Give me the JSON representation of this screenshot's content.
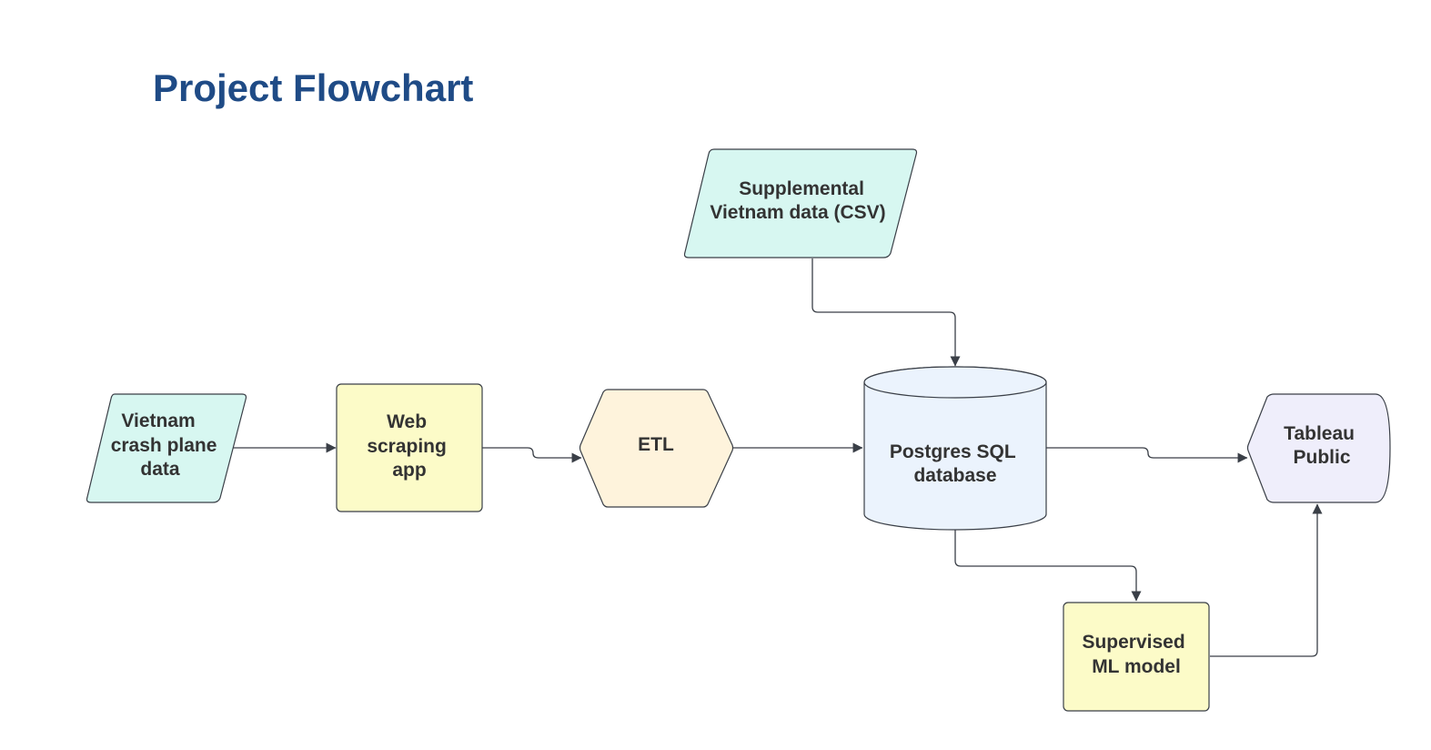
{
  "title": "Project Flowchart",
  "colors": {
    "title": "#1f4b86",
    "data_fill": "#d7f7f1",
    "process_fill": "#fcfbc8",
    "etl_fill": "#fef3dc",
    "db_fill": "#ebf3fd",
    "display_fill": "#efeefb",
    "stroke": "#3a3f47",
    "text": "#333333"
  },
  "nodes": {
    "vietnam_data": {
      "shape": "parallelogram",
      "lines": [
        "Vietnam",
        "crash plane",
        "data"
      ]
    },
    "web_scraping": {
      "shape": "rectangle",
      "lines": [
        "Web",
        "scraping",
        "app"
      ]
    },
    "etl": {
      "shape": "hexagon",
      "lines": [
        "ETL"
      ]
    },
    "supplemental": {
      "shape": "parallelogram",
      "lines": [
        "Supplemental",
        "Vietnam data (CSV)"
      ]
    },
    "postgres": {
      "shape": "cylinder",
      "lines": [
        "Postgres SQL",
        "database"
      ]
    },
    "tableau": {
      "shape": "display",
      "lines": [
        "Tableau",
        "Public"
      ]
    },
    "ml_model": {
      "shape": "rectangle",
      "lines": [
        "Supervised",
        "ML model"
      ]
    }
  },
  "edges": [
    {
      "from": "vietnam_data",
      "to": "web_scraping"
    },
    {
      "from": "web_scraping",
      "to": "etl"
    },
    {
      "from": "etl",
      "to": "postgres"
    },
    {
      "from": "supplemental",
      "to": "postgres"
    },
    {
      "from": "postgres",
      "to": "tableau"
    },
    {
      "from": "postgres",
      "to": "ml_model"
    },
    {
      "from": "ml_model",
      "to": "tableau"
    }
  ]
}
